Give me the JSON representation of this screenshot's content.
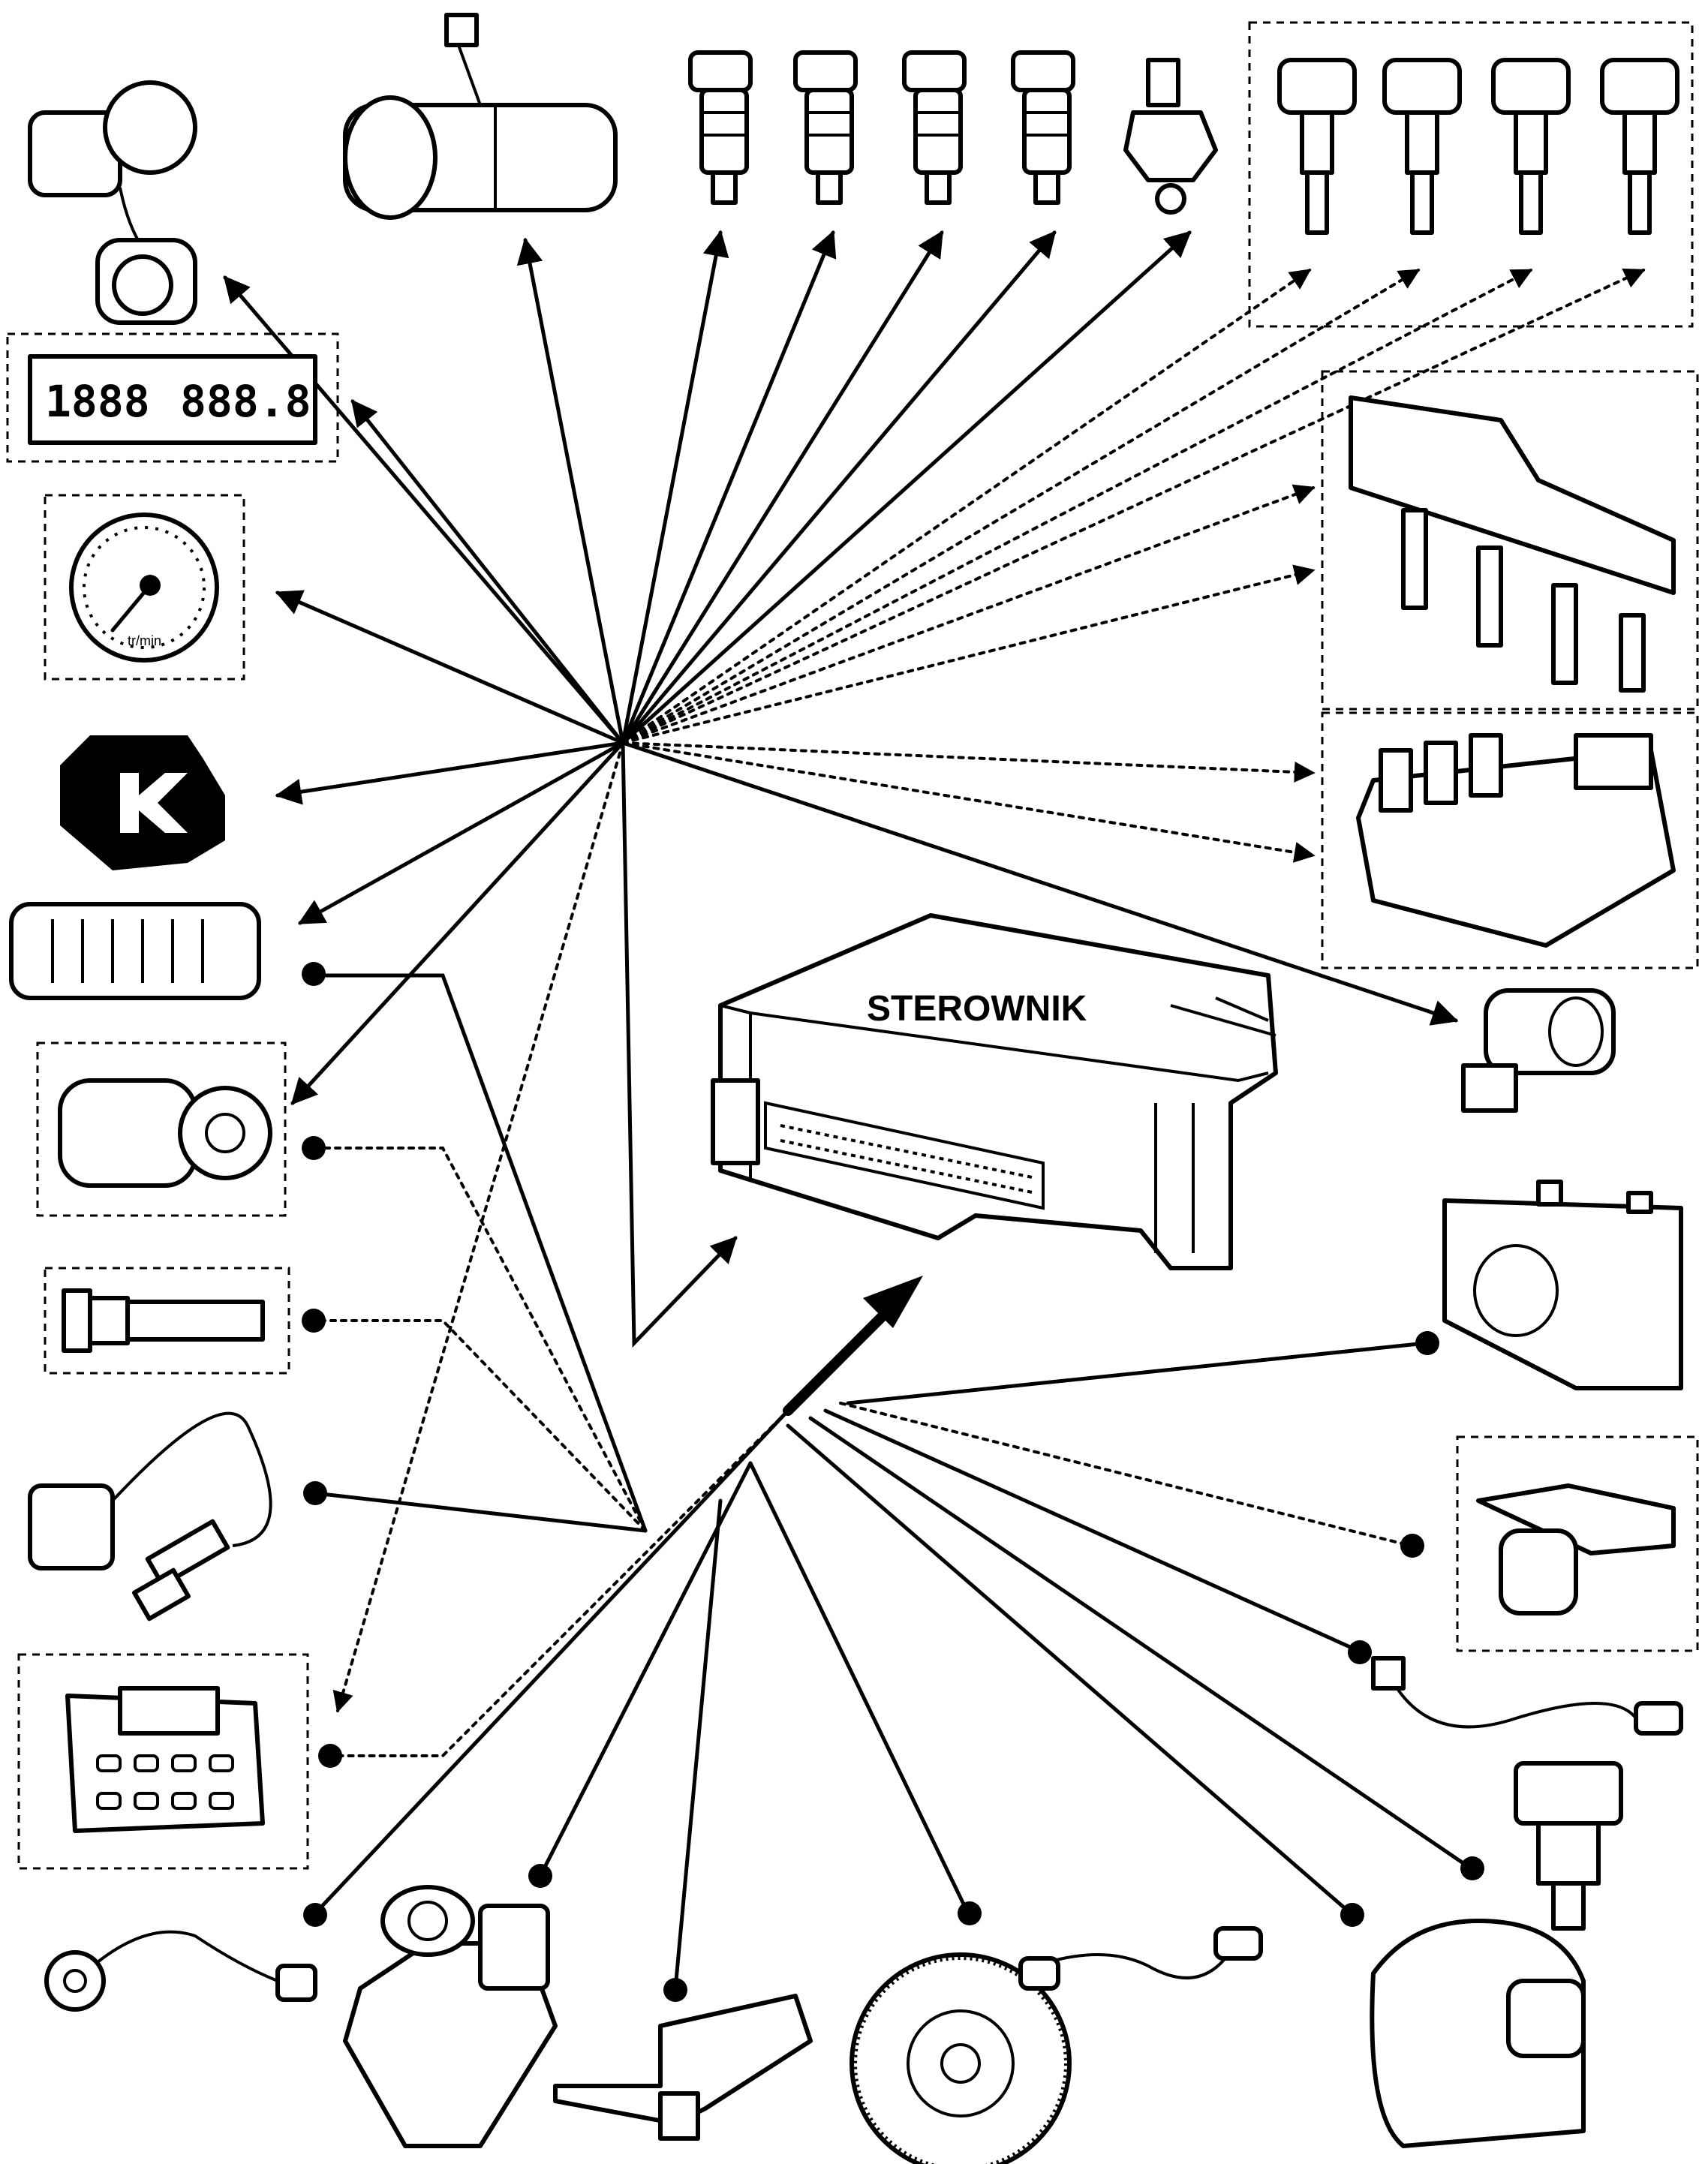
{
  "diagram": {
    "center_label": "STEROWNIK",
    "dashboard_readout": {
      "left": "1888",
      "right": "888.8"
    },
    "gauge_unit": "tr/min",
    "components": {
      "outputs": [
        "immobilizer-switch-icon",
        "fuel-pump-icon",
        "injector-1-icon",
        "injector-2-icon",
        "injector-3-icon",
        "injector-4-icon",
        "canister-purge-valve-icon",
        "ignition-coil-plug-icons",
        "dashboard-display-icon",
        "tachometer-icon",
        "relay-k-icon",
        "fuse-box-icon",
        "ac-compressor-icon",
        "coil-pack-rail-icon",
        "coil-pack-block-icon",
        "idle-air-valve-icon"
      ],
      "inputs": [
        "pressure-switch-icon",
        "lambda-probe-icon",
        "diagnostic-connector-icon",
        "knock-sensor-icon",
        "throttle-body-sensor-icon",
        "map-sensor-icon",
        "flywheel-icon",
        "throttle-position-sensor-icon",
        "coolant-temperature-sensor-icon",
        "speed-sensor-cable-icon",
        "cam-position-sensor-icon",
        "battery-icon"
      ]
    }
  }
}
